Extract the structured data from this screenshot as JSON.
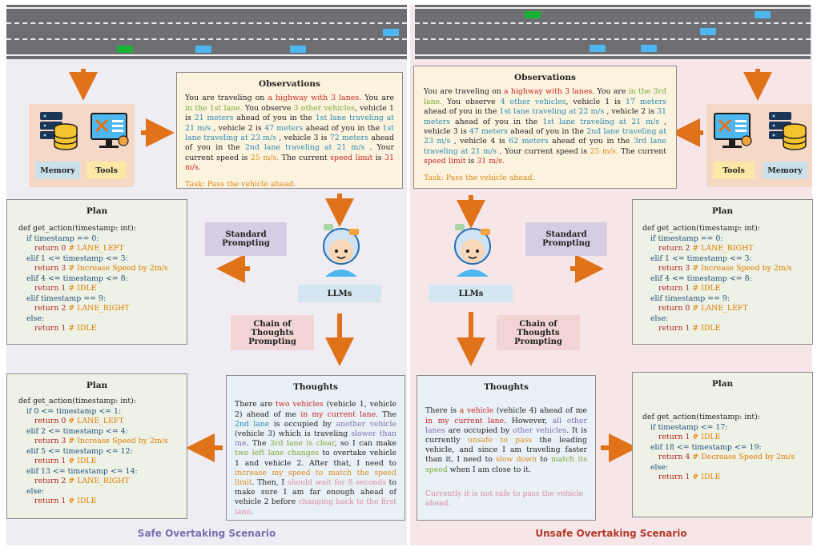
{
  "colors": {
    "highlight_red": "#c62828",
    "highlight_green": "#7aa83a",
    "highlight_teal": "#2a8ab0",
    "highlight_orange": "#d98a1a",
    "arrow": "#e0721a",
    "safe_caption": "#7a6fb0",
    "unsafe_caption": "#b33a2a"
  },
  "left": {
    "memory_label": "Memory",
    "tools_label": "Tools",
    "observations": {
      "title": "Observations",
      "t1": "You are traveling on ",
      "h1": "a highway with 3 lanes.",
      "t2": " You are ",
      "h2": "in the 1st lane.",
      "t3": " You observe ",
      "h3": "3 other vehicles",
      "t4": ", vehicle 1 is ",
      "h4": "21 meters",
      "t5": " ahead of you in the ",
      "h5": "1st lane traveling at 21 m/s",
      "t6": " , vehicle 2 is ",
      "h6": "47 meters",
      "t7": " ahead of you in the ",
      "h7": "1st lane traveling at 23 m/s",
      "t8": " , vehicle 3 is ",
      "h8": "72 meters",
      "t9": " ahead of you in the ",
      "h9": "2nd lane traveling at 21 m/s",
      "t10": " . Your current speed is ",
      "h10": "25 m/s.",
      "t11": " The current ",
      "h11": "speed limit",
      "t12": " is ",
      "h12": "31 m/s.",
      "task": "Task: Pass the vehicle ahead."
    },
    "standard_prompting": "Standard Prompting",
    "cot_prompting": "Chain of Thoughts Prompting",
    "llms_label": "LLMs",
    "plan_top": {
      "title": "Plan",
      "lines": [
        {
          "kw": "def get_action(timestamp: int):",
          "ret": "",
          "cm": "",
          "indent": 0
        },
        {
          "kw": "if timestamp == 0:",
          "ret": "",
          "cm": "",
          "indent": 1
        },
        {
          "kw": "",
          "ret": "return 0",
          "cm": " # LANE_LEFT",
          "indent": 2
        },
        {
          "kw": "elif 1 <= timestamp <= 3:",
          "ret": "",
          "cm": "",
          "indent": 1
        },
        {
          "kw": "",
          "ret": "return 3",
          "cm": " # Increase Speed by 2m/s",
          "indent": 2
        },
        {
          "kw": "elif 4 <= timestamp <= 8:",
          "ret": "",
          "cm": "",
          "indent": 1
        },
        {
          "kw": "",
          "ret": "return 1",
          "cm": " # IDLE",
          "indent": 2
        },
        {
          "kw": "elif timestamp == 9:",
          "ret": "",
          "cm": "",
          "indent": 1
        },
        {
          "kw": "",
          "ret": "return 2",
          "cm": " # LANE_RIGHT",
          "indent": 2
        },
        {
          "kw": "else:",
          "ret": "",
          "cm": "",
          "indent": 1
        },
        {
          "kw": "",
          "ret": "return 1",
          "cm": " # IDLE",
          "indent": 2
        }
      ]
    },
    "plan_bottom": {
      "title": "Plan",
      "lines": [
        {
          "kw": "def get_action(timestamp: int):",
          "ret": "",
          "cm": "",
          "indent": 0
        },
        {
          "kw": "if 0 <= timestamp <= 1:",
          "ret": "",
          "cm": "",
          "indent": 1
        },
        {
          "kw": "",
          "ret": "return 0",
          "cm": " # LANE_LEFT",
          "indent": 2
        },
        {
          "kw": "elif 2 <= timestamp <= 4:",
          "ret": "",
          "cm": "",
          "indent": 1
        },
        {
          "kw": "",
          "ret": "return 3",
          "cm": " # Increase Speed by 2m/s",
          "indent": 2
        },
        {
          "kw": "elif 5 <= timestamp <= 12:",
          "ret": "",
          "cm": "",
          "indent": 1
        },
        {
          "kw": "",
          "ret": "return 1",
          "cm": " # IDLE",
          "indent": 2
        },
        {
          "kw": "elif 13 <= timestamp <= 14:",
          "ret": "",
          "cm": "",
          "indent": 1
        },
        {
          "kw": "",
          "ret": "return 2",
          "cm": " # LANE_RIGHT",
          "indent": 2
        },
        {
          "kw": "else:",
          "ret": "",
          "cm": "",
          "indent": 1
        },
        {
          "kw": "",
          "ret": "return 1",
          "cm": " # IDLE",
          "indent": 2
        }
      ]
    },
    "thoughts": {
      "title": "Thoughts",
      "t1": "There are ",
      "h1": "two vehicles",
      "t2": " (vehicle 1, vehicle 2) ahead of me ",
      "h2": "in my current lane",
      "t3": ". The ",
      "h3": "2nd lane",
      "t4": " is occupied by ",
      "h4": "another vehicle",
      "t5": " (vehicle 3) which is traveling ",
      "h5": "slower than me",
      "t6": ". The ",
      "h6": "3rd lane is clear",
      "t7": ", so I can make ",
      "h7": "two left lane changes",
      "t8": " to overtake vehicle 1 and vehicle 2. After that, I need to ",
      "h8": "increase my speed to match the speed limit",
      "t9": ". Then, I ",
      "h9": "should wait for 8 seconds",
      "t10": " to make sure I am far enough ahead of vehicle 2 before ",
      "h10": "changing back to the first lane",
      "t11": "."
    },
    "caption": "Safe Overtaking Scenario"
  },
  "right": {
    "memory_label": "Memory",
    "tools_label": "Tools",
    "observations": {
      "title": "Observations",
      "t1": "You are traveling on ",
      "h1": "a highway with 3 lanes.",
      "t2": " You are ",
      "h2": "in the 3rd lane.",
      "t3": " You observe ",
      "h3": "4 other vehicles",
      "t4": ", vehicle 1 is ",
      "h4": "17 meters",
      "t5": " ahead of you in the ",
      "h5": "1st lane traveling at 22 m/s",
      "t6": " , vehicle 2 is ",
      "h6": "31 meters",
      "t7": " ahead of you in the ",
      "h7": "1st lane traveling at 21 m/s",
      "t8": " , vehicle 3 is ",
      "h8": "47 meters",
      "t9": " ahead of you in the ",
      "h9": "2nd lane traveling at 23 m/s",
      "t10": " , vehicle 4 is ",
      "h10": "62 meters",
      "t11": " ahead of you in the ",
      "h11": "3rd lane traveling at 21 m/s",
      "t12": " . Your current speed is ",
      "h12": "25 m/s.",
      "t13": " The current ",
      "h13": "speed limit",
      "t14": " is ",
      "h14": "31 m/s.",
      "task": "Task: Pass the vehicle ahead."
    },
    "standard_prompting": "Standard Prompting",
    "cot_prompting": "Chain of Thoughts Prompting",
    "llms_label": "LLMs",
    "plan_top": {
      "title": "Plan",
      "lines": [
        {
          "kw": "def get_action(timestamp: int):",
          "ret": "",
          "cm": "",
          "indent": 0
        },
        {
          "kw": "if timestamp == 0:",
          "ret": "",
          "cm": "",
          "indent": 1
        },
        {
          "kw": "",
          "ret": "return 2",
          "cm": " # LANE_RIGHT",
          "indent": 2
        },
        {
          "kw": "elif 1 <= timestamp <= 3:",
          "ret": "",
          "cm": "",
          "indent": 1
        },
        {
          "kw": "",
          "ret": "return 3",
          "cm": " # Increase Speed by 2m/s",
          "indent": 2
        },
        {
          "kw": "elif 4 <= timestamp <= 8:",
          "ret": "",
          "cm": "",
          "indent": 1
        },
        {
          "kw": "",
          "ret": "return 1",
          "cm": " # IDLE",
          "indent": 2
        },
        {
          "kw": "elif timestamp == 9:",
          "ret": "",
          "cm": "",
          "indent": 1
        },
        {
          "kw": "",
          "ret": "return 0",
          "cm": " # LANE_LEFT",
          "indent": 2
        },
        {
          "kw": "else:",
          "ret": "",
          "cm": "",
          "indent": 1
        },
        {
          "kw": "",
          "ret": "return 1",
          "cm": " # IDLE",
          "indent": 2
        }
      ]
    },
    "plan_bottom": {
      "title": "Plan",
      "lines": [
        {
          "kw": "def get_action(timestamp: int):",
          "ret": "",
          "cm": "",
          "indent": 0
        },
        {
          "kw": "if timestamp <= 17:",
          "ret": "",
          "cm": "",
          "indent": 1
        },
        {
          "kw": "",
          "ret": "return 1",
          "cm": " # IDLE",
          "indent": 2
        },
        {
          "kw": "elif 18 <= timestamp <= 19:",
          "ret": "",
          "cm": "",
          "indent": 1
        },
        {
          "kw": "",
          "ret": "return 4",
          "cm": " # Decrease Speed by 2m/s",
          "indent": 2
        },
        {
          "kw": "else:",
          "ret": "",
          "cm": "",
          "indent": 1
        },
        {
          "kw": "",
          "ret": "return 1",
          "cm": " # IDLE",
          "indent": 2
        }
      ]
    },
    "thoughts": {
      "title": "Thoughts",
      "t1": "There is ",
      "h1": "a vehicle",
      "t2": " (vehicle 4) ahead of me ",
      "h2": "in my current lane",
      "t3": ". However, ",
      "h3": "all other lanes",
      "t4": " are occupied by ",
      "h4": "other vehicles",
      "t5": ". It is currently ",
      "h5": "unsafe to pass",
      "t6": " the leading vehicle, and since I am traveling faster than it, I need to ",
      "h6": "slow down",
      "t7": " to ",
      "h7": "match its speed",
      "t8": " when I am close to it.",
      "conclusion": "Currently it is not safe to pass the vehicle ahead."
    },
    "caption": "Unsafe Overtaking Scenario"
  }
}
